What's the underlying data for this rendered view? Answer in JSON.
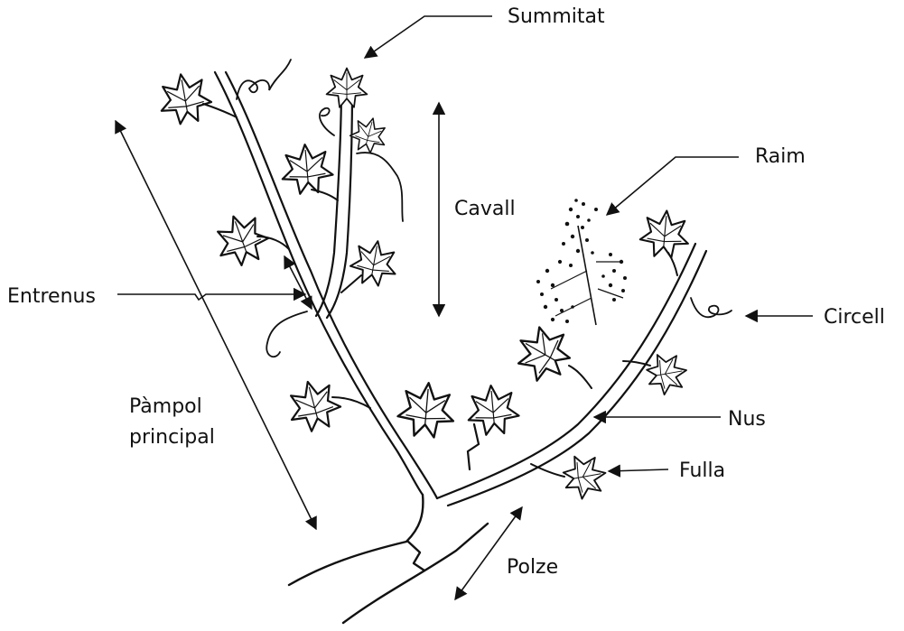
{
  "labels": {
    "summitat": "Summitat",
    "raim": "Raim",
    "cavall": "Cavall",
    "entrenus": "Entrenus",
    "circell": "Circell",
    "pampol_line1": "Pàmpol",
    "pampol_line2": "principal",
    "nus": "Nus",
    "fulla": "Fulla",
    "polze": "Polze"
  },
  "colors": {
    "ink": "#111111",
    "background": "#ffffff"
  }
}
